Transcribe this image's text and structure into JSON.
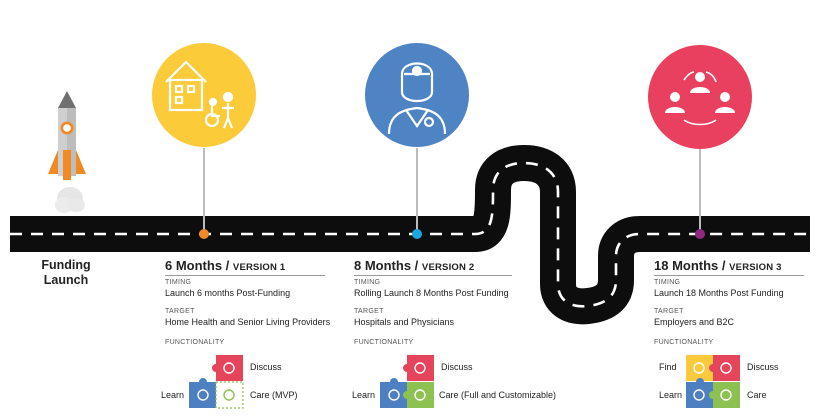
{
  "launch": {
    "line1": "Funding",
    "line2": "Launch"
  },
  "milestones": [
    {
      "title": "6 Months",
      "version": "VERSION 1",
      "timing_label": "TIMING",
      "timing": "Launch 6 months Post-Funding",
      "target_label": "TARGET",
      "target": "Home Health and Senior Living Providers",
      "functionality_label": "FUNCTIONALITY",
      "pieces": {
        "discuss": "Discuss",
        "learn": "Learn",
        "care": "Care (MVP)"
      },
      "icon": "house-caregiver-wheelchair-icon",
      "circle_color": "#FBCB3A",
      "dot_color": "#F08A24"
    },
    {
      "title": "8 Months",
      "version": "VERSION 2",
      "timing_label": "TIMING",
      "timing": "Rolling Launch 8 Months Post Funding",
      "target_label": "TARGET",
      "target": "Hospitals and Physicians",
      "functionality_label": "FUNCTIONALITY",
      "pieces": {
        "discuss": "Discuss",
        "learn": "Learn",
        "care": "Care (Full and Customizable)"
      },
      "icon": "physician-icon",
      "circle_color": "#4E83C4",
      "dot_color": "#1DA6E0"
    },
    {
      "title": "18 Months",
      "version": "VERSION 3",
      "timing_label": "TIMING",
      "timing": "Launch 18 Months Post Funding",
      "target_label": "TARGET",
      "target": "Employers and B2C",
      "functionality_label": "FUNCTIONALITY",
      "pieces": {
        "find": "Find",
        "discuss": "Discuss",
        "learn": "Learn",
        "care": "Care"
      },
      "icon": "people-network-icon",
      "circle_color": "#E8405E",
      "dot_color": "#8E2A7E"
    }
  ],
  "colors": {
    "road": "#0d0d0d",
    "road_dash": "#ffffff",
    "puzzle_red": "#E5445B",
    "puzzle_blue": "#4E7FC0",
    "puzzle_green": "#8DC152",
    "puzzle_yellow": "#F9CB3C",
    "rocket_body": "#cfcfcf",
    "rocket_fin": "#F08A24"
  }
}
